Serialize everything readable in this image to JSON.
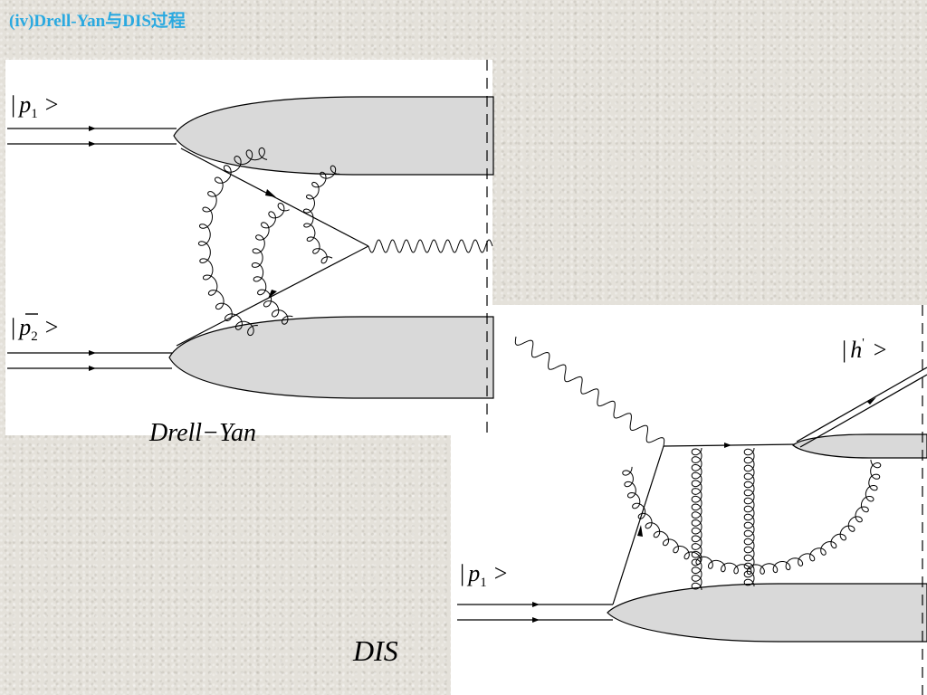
{
  "title": "(iv)Drell-Yan与DIS过程",
  "drell_yan": {
    "state_p1": {
      "bra": "|",
      "symbol": "p",
      "sub": "1",
      "ket": ">"
    },
    "state_p2": {
      "bra": "|",
      "symbol": "p",
      "sub": "2",
      "ket": ">"
    },
    "caption": "Drell−Yan"
  },
  "dis": {
    "state_p1": {
      "bra": "|",
      "symbol": "p",
      "sub": "1",
      "ket": ">"
    },
    "state_h": {
      "bra": "|",
      "symbol": "h",
      "sup": "'",
      "ket": ">"
    },
    "caption": "DIS"
  },
  "colors": {
    "title": "#2aa9e0",
    "blob": "#d9d9d9",
    "panel": "#ffffff"
  }
}
